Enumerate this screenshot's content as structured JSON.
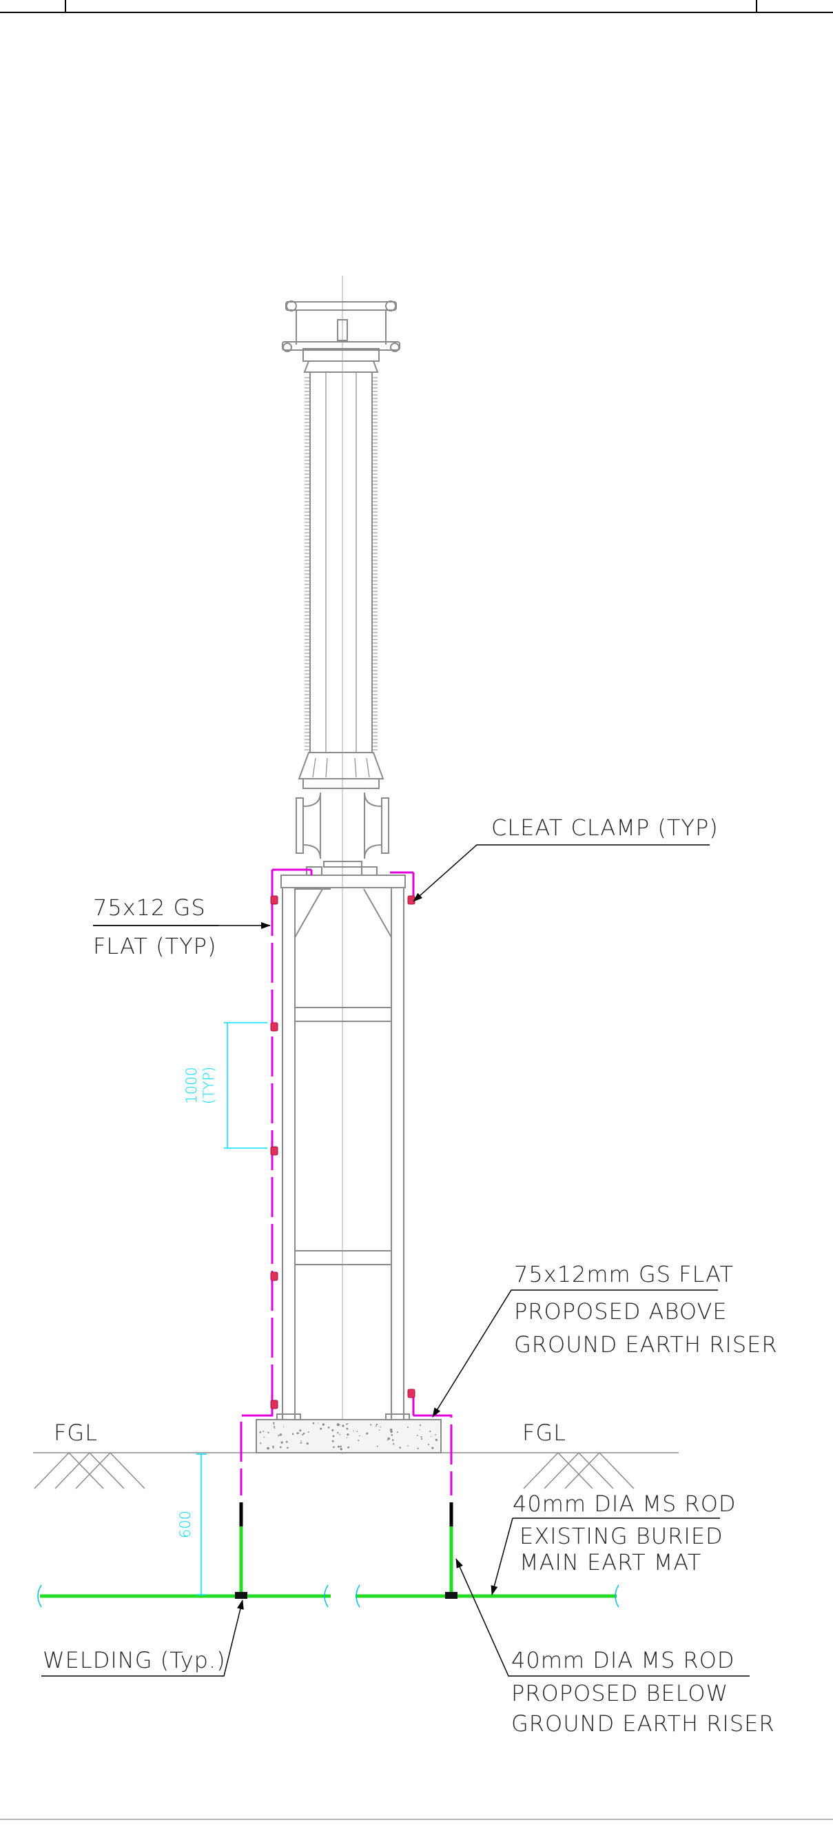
{
  "labels": {
    "cleat_clamp": "CLEAT CLAMP (TYP)",
    "flat_line1": "75x12 GS",
    "flat_line2": "FLAT (TYP)",
    "above_riser_line1": "75x12mm GS FLAT",
    "above_riser_line2": "PROPOSED ABOVE",
    "above_riser_line3": "GROUND EARTH RISER",
    "fgl_left": "FGL",
    "fgl_right": "FGL",
    "rod_top": "40mm DIA MS ROD",
    "existing_line1": "EXISTING BURIED",
    "existing_line2": "MAIN EART MAT",
    "welding": "WELDING (Typ.)",
    "below_riser_line1": "40mm DIA MS ROD",
    "below_riser_line2": "PROPOSED BELOW",
    "below_riser_line3": "GROUND EARTH RISER"
  },
  "dimensions": {
    "clamp_spacing": "1000",
    "clamp_spacing_note": "(TYP)",
    "burial_depth": "600"
  },
  "colors": {
    "structure": "#8a8a8a",
    "earth_flat": "#e000e0",
    "earth_rod": "#22dd22",
    "dimension": "#00e0ff",
    "clamp": "#e0305a",
    "text": "#222222"
  }
}
